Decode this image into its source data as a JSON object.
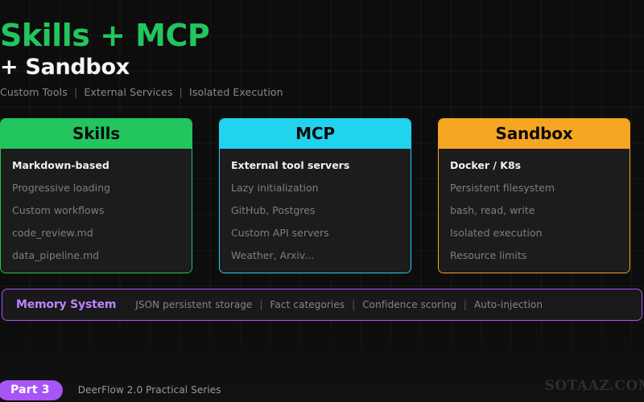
{
  "header": {
    "title_main": "Skills + MCP",
    "title_sub": "+ Sandbox",
    "subtitle_parts": [
      "Custom Tools",
      "External Services",
      "Isolated Execution"
    ],
    "subtitle_separator": "|"
  },
  "cards": [
    {
      "id": "skills",
      "title": "Skills",
      "accent": "#22c55e",
      "items": [
        "Markdown-based",
        "Progressive loading",
        "Custom workflows",
        "code_review.md",
        "data_pipeline.md"
      ]
    },
    {
      "id": "mcp",
      "title": "MCP",
      "accent": "#22d3ee",
      "items": [
        "External tool servers",
        "Lazy initialization",
        "GitHub, Postgres",
        "Custom API servers",
        "Weather, Arxiv..."
      ]
    },
    {
      "id": "sandbox",
      "title": "Sandbox",
      "accent": "#f5a623",
      "items": [
        "Docker / K8s",
        "Persistent filesystem",
        "bash, read, write",
        "Isolated execution",
        "Resource limits"
      ]
    }
  ],
  "memory": {
    "title": "Memory System",
    "accent": "#a855f7",
    "items": [
      "JSON persistent storage",
      "Fact categories",
      "Confidence scoring",
      "Auto-injection"
    ],
    "separator": "|"
  },
  "footer": {
    "badge": "Part 3",
    "series": "DeerFlow 2.0 Practical Series",
    "watermark": "SOTAAZ.COM"
  },
  "theme": {
    "background": "#0d0d0d",
    "card_body": "#1c1c1c",
    "text_muted": "#7e7e7e",
    "text_bright": "#f0f0f0"
  }
}
